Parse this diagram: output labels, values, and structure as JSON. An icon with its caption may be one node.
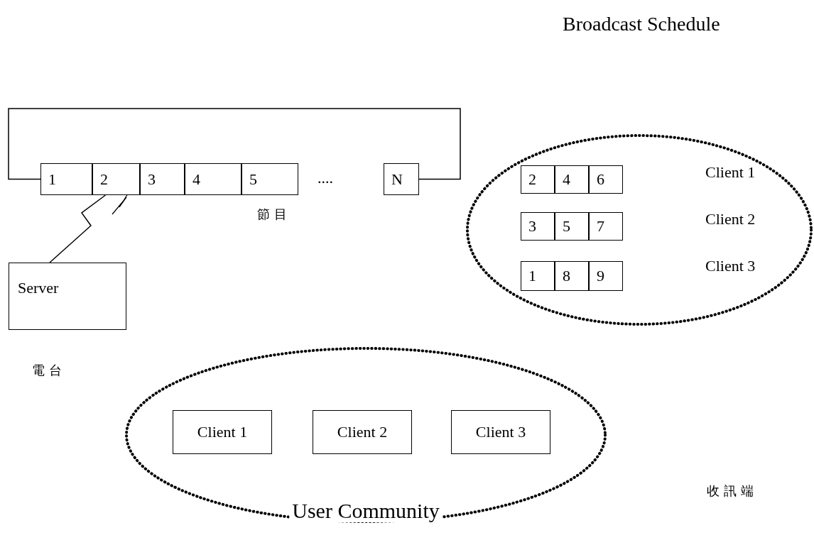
{
  "diagram": {
    "title": "Broadcast Schedule",
    "nodes": [
      {
        "text": [
          "1"
        ]
      },
      {
        "text": [
          "2"
        ]
      },
      {
        "text": [
          "3"
        ]
      },
      {
        "text": [
          "4"
        ]
      },
      {
        "text": [
          "5"
        ]
      },
      {
        "text": [
          "N"
        ]
      },
      {
        "text": [
          "Server"
        ]
      },
      {
        "text": [],
        "shape": "ellipse"
      },
      {
        "text": [
          "2"
        ],
        "in": 7
      },
      {
        "text": [
          "4"
        ],
        "in": 7
      },
      {
        "text": [
          "6"
        ],
        "in": 7
      },
      {
        "text": [
          "3"
        ],
        "in": 7
      },
      {
        "text": [
          "5"
        ],
        "in": 7
      },
      {
        "text": [
          "7"
        ],
        "in": 7
      },
      {
        "text": [
          "1"
        ],
        "in": 7
      },
      {
        "text": [
          "8"
        ],
        "in": 7
      },
      {
        "text": [
          "9"
        ],
        "in": 7
      },
      {
        "text": [
          "User Community"
        ]
      },
      {
        "text": [
          "Client 1"
        ],
        "in": 17
      },
      {
        "text": [
          "Client 2"
        ],
        "in": 17
      },
      {
        "text": [
          "Client 3"
        ],
        "in": 17
      }
    ],
    "edges": [
      {
        "from": 5,
        "to": 0,
        "arrow": "none"
      },
      {
        "from": 6,
        "to": 1,
        "arrow": "none"
      }
    ],
    "labels": [
      "....",
      "Client 1",
      "節目",
      "Client 2",
      "Client 3",
      "電台",
      "收訊端"
    ]
  }
}
